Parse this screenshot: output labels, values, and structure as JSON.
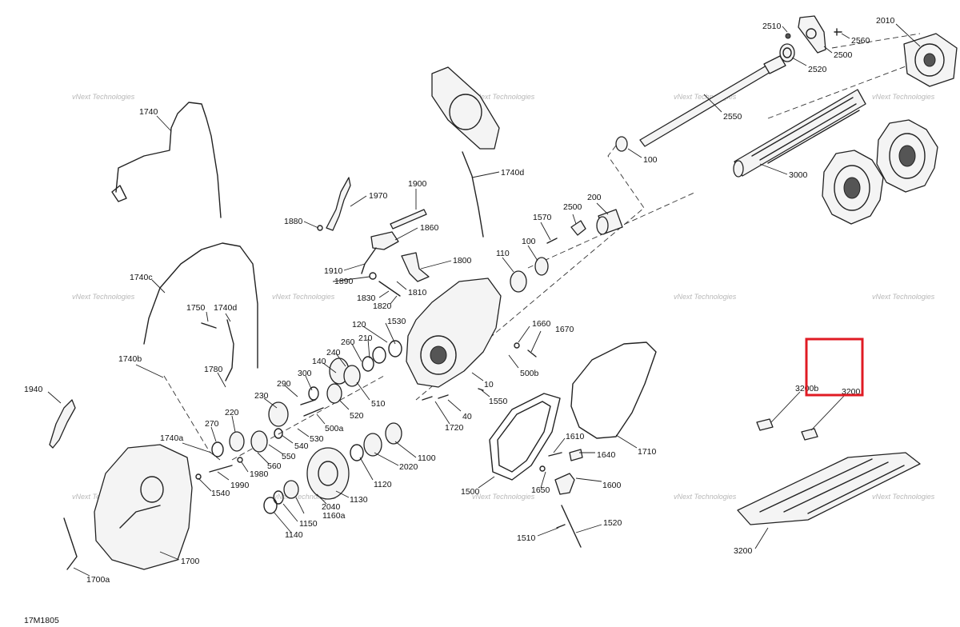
{
  "diagram_id": "17M1805",
  "watermark_text": "vNext Technologies",
  "highlight_color": "#e01b24",
  "labels": {
    "p2510": "2510",
    "p2560": "2560",
    "p2500a": "2500",
    "p2520": "2520",
    "p2010": "2010",
    "p2550": "2550",
    "p100a": "100",
    "p3000": "3000",
    "p1740": "1740",
    "p1740d_top": "1740d",
    "p1900": "1900",
    "p1970": "1970",
    "p1880": "1880",
    "p1860": "1860",
    "p1570": "1570",
    "p2500b": "2500",
    "p200": "200",
    "p100b": "100",
    "p110": "110",
    "p1800": "1800",
    "p1910": "1910",
    "p1890": "1890",
    "p1810": "1810",
    "p1830": "1830",
    "p1820": "1820",
    "p1740c": "1740c",
    "p1750": "1750",
    "p1740d": "1740d",
    "p120": "120",
    "p1530": "1530",
    "p1660": "1660",
    "p1670": "1670",
    "p1740b": "1740b",
    "p1780": "1780",
    "p260": "260",
    "p240": "240",
    "p210": "210",
    "p140": "140",
    "p500b": "500b",
    "p300": "300",
    "p290": "290",
    "p10": "10",
    "p1940": "1940",
    "p230": "230",
    "p520": "520",
    "p510": "510",
    "p1550": "1550",
    "p3200b": "3200b",
    "p3200a": "3200",
    "p40": "40",
    "p270": "270",
    "p220": "220",
    "p500a": "500a",
    "p1720": "1720",
    "p1610": "1610",
    "p1740a": "1740a",
    "p540": "540",
    "p530": "530",
    "p1640": "1640",
    "p1710": "1710",
    "p550": "550",
    "p560": "560",
    "p1100": "1100",
    "p2020": "2020",
    "p1990": "1990",
    "p1980": "1980",
    "p1540": "1540",
    "p1120": "1120",
    "p1600": "1600",
    "p1500": "1500",
    "p1650": "1650",
    "p1130": "1130",
    "p2040": "2040",
    "p1160a": "1160a",
    "p1150": "1150",
    "p1520": "1520",
    "p1140": "1140",
    "p1510": "1510",
    "p3200c": "3200",
    "p1700": "1700",
    "p1700a": "1700a"
  }
}
